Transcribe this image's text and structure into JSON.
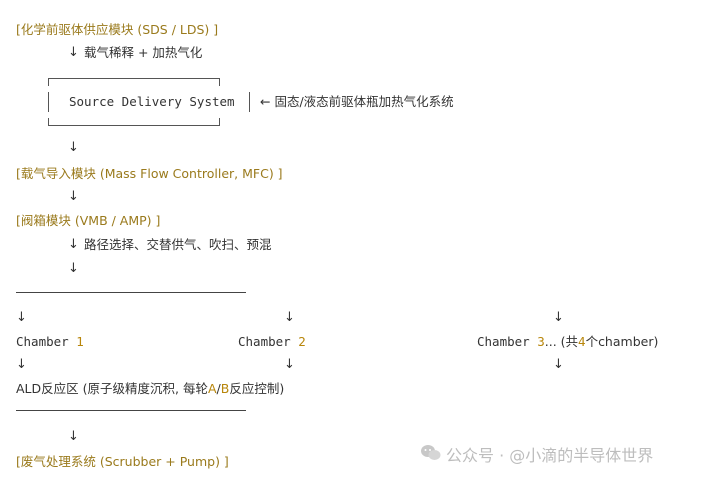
{
  "modules": {
    "precursor": "[化学前驱体供应模块 (SDS / LDS) ]",
    "step1_note": "载气稀释 + 加热气化",
    "box_label": "Source Delivery System",
    "box_note": "← 固态/液态前驱体瓶加热气化系统",
    "mfc": "[载气导入模块 (Mass Flow Controller, MFC) ]",
    "valve": "[阀箱模块 (VMB / AMP) ]",
    "valve_note": "路径选择、交替供气、吹扫、预混",
    "ald_prefix": "ALD反应区 (原子级精度沉积, 每轮",
    "ald_a": "A",
    "ald_slash": "/",
    "ald_b": "B",
    "ald_suffix": "反应控制)",
    "scrubber": "[废气处理系统 (Scrubber + Pump) ]"
  },
  "chambers": [
    {
      "word": "Chamber ",
      "num": "1",
      "extra": ""
    },
    {
      "word": "Chamber ",
      "num": "2",
      "extra": ""
    },
    {
      "word": "Chamber ",
      "num": "3",
      "extra_pre": "... (共",
      "extra_num": "4",
      "extra_post": "个chamber)"
    }
  ],
  "arrow_glyph": "↓",
  "watermark": "公众号 · @小滴的半导体世界",
  "colors": {
    "bracket": "#9a7a1c",
    "number": "#b8860b",
    "text": "#333333",
    "watermark": "#bdbdbd"
  }
}
